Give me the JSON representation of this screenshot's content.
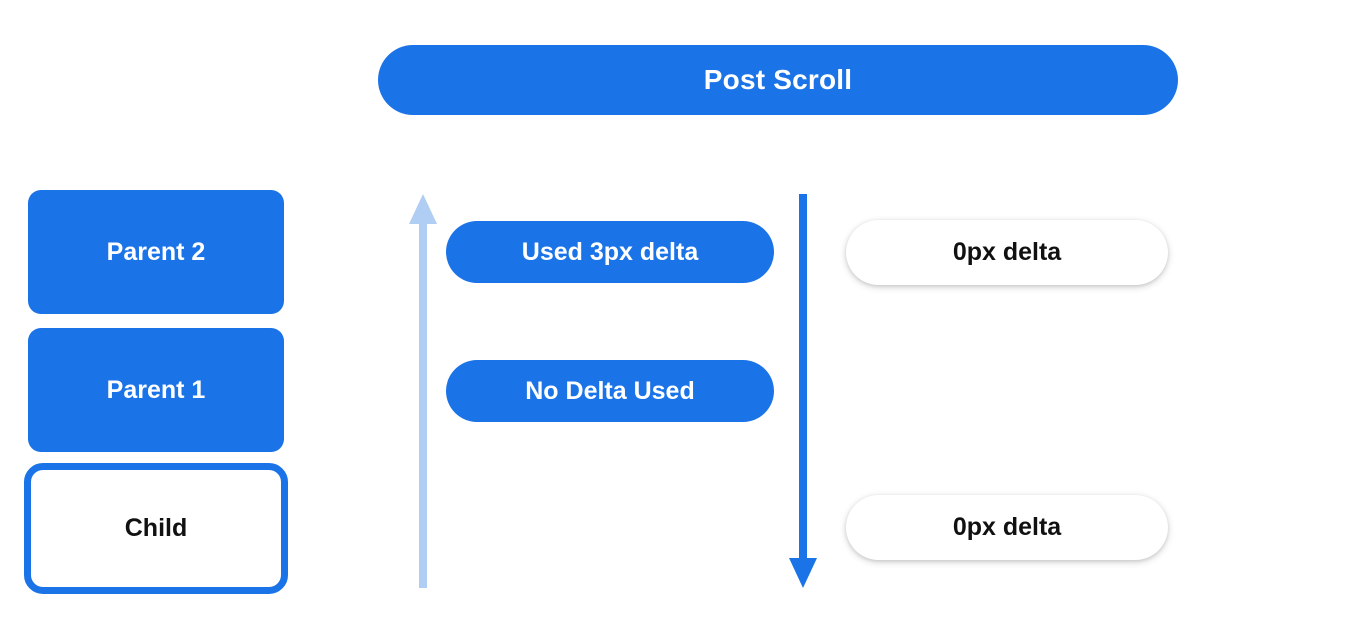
{
  "header": {
    "title": "Post Scroll"
  },
  "colors": {
    "blue": "#1b73e8",
    "light_blue": "#b0cdf3",
    "white": "#ffffff",
    "text_dark": "#111111"
  },
  "left_stack": {
    "items": [
      {
        "label": "Parent 2",
        "style": "filled"
      },
      {
        "label": "Parent 1",
        "style": "filled"
      },
      {
        "label": "Child",
        "style": "outlined"
      }
    ]
  },
  "arrows": [
    {
      "name": "scroll-chain-up-arrow",
      "direction": "up",
      "color": "#b0cdf3"
    },
    {
      "name": "scroll-chain-down-arrow",
      "direction": "down",
      "color": "#1b73e8"
    }
  ],
  "middle_pills": [
    {
      "label": "Used 3px delta"
    },
    {
      "label": "No Delta Used"
    }
  ],
  "right_pills": [
    {
      "label": "0px delta"
    },
    {
      "label": "0px delta"
    }
  ]
}
